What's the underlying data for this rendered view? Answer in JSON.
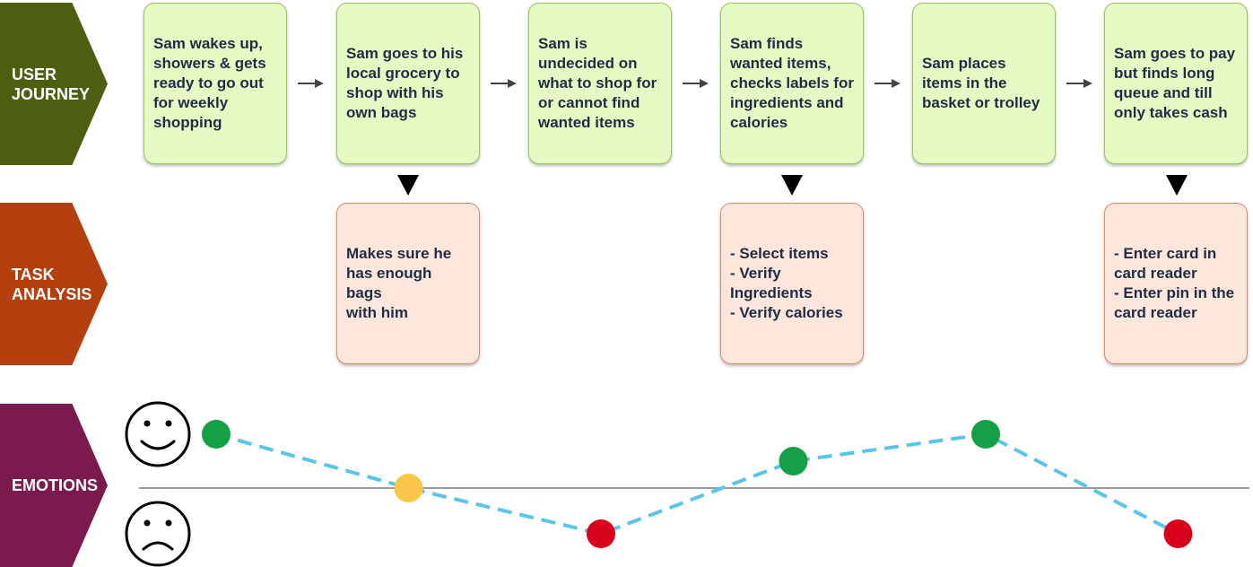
{
  "row_labels": {
    "user_journey": "USER\nJOURNEY",
    "task_analysis": "TASK\nANALYSIS",
    "emotions": "EMOTIONS"
  },
  "journey_steps": [
    "Sam wakes up,\nshowers & gets\nready to go out\nfor weekly\nshopping",
    "Sam goes to his\nlocal grocery to\nshop with his\nown bags",
    "Sam is\nundecided on\nwhat to shop for\nor cannot find\nwanted items",
    "Sam finds\nwanted items,\nchecks labels for\ningredients and\ncalories",
    "Sam places\nitems in the\nbasket or trolley",
    "Sam goes to pay\nbut finds long\nqueue and till\nonly takes cash"
  ],
  "tasks": [
    {
      "step": 2,
      "text": "Makes sure he\nhas enough bags\nwith him"
    },
    {
      "step": 4,
      "text": "- Select items\n- Verify\nIngredients\n- Verify calories"
    },
    {
      "step": 6,
      "text": "- Enter card in\ncard reader\n- Enter pin in the\ncard reader"
    }
  ],
  "emotion_icons": {
    "positive": "smiley-face",
    "negative": "sad-face"
  },
  "chart_data": {
    "type": "line",
    "x": [
      1,
      2,
      3,
      4,
      5,
      6
    ],
    "series": [
      {
        "values": [
          1.0,
          0.0,
          -0.85,
          0.5,
          1.0,
          -0.85
        ]
      }
    ],
    "point_colors": [
      "#13a046",
      "#fbc649",
      "#d9001b",
      "#13a046",
      "#13a046",
      "#d9001b"
    ],
    "line_color": "#5bc4ea",
    "line_style": "dashed",
    "baseline_color": "#9a9a9a"
  },
  "colors": {
    "journey_label": "#4c5f10",
    "task_label": "#b5400f",
    "emotion_label": "#7b1a4d",
    "journey_card_fill": "#e6fac4",
    "task_card_fill": "#fde6dc"
  }
}
